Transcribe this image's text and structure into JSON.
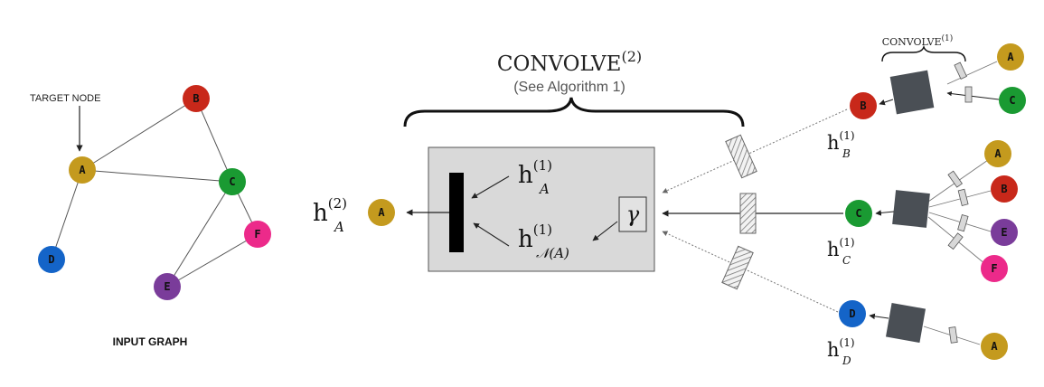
{
  "input_graph": {
    "caption": "INPUT GRAPH",
    "target_label": "TARGET NODE",
    "nodes": {
      "A": {
        "label": "A",
        "color": "#c49a1e"
      },
      "B": {
        "label": "B",
        "color": "#c8281a"
      },
      "C": {
        "label": "C",
        "color": "#1a9a32"
      },
      "D": {
        "label": "D",
        "color": "#1464c8"
      },
      "E": {
        "label": "E",
        "color": "#7a3c9a"
      },
      "F": {
        "label": "F",
        "color": "#ec2a8a"
      }
    }
  },
  "convolve2": {
    "title": "CONVOLVE",
    "title_sup": "(2)",
    "subtitle": "(See Algorithm 1)",
    "gamma": "γ",
    "h_letter": "h",
    "sup": "(1)",
    "sub_a": "A",
    "sub_neighbors": "𝒩(A)",
    "output_sup": "(2)",
    "output_sub": "A",
    "output_node": "A"
  },
  "convolve1": {
    "title": "CONVOLVE",
    "title_sup": "(1)",
    "h_letter": "h",
    "sup": "(1)",
    "groups": {
      "B": {
        "node": "B",
        "sub": "B",
        "inputs": [
          "A",
          "C"
        ]
      },
      "C": {
        "node": "C",
        "sub": "C",
        "inputs": [
          "A",
          "B",
          "E",
          "F"
        ]
      },
      "D": {
        "node": "D",
        "sub": "D",
        "inputs": [
          "A"
        ]
      }
    }
  },
  "colors": {
    "node_text": "#111111",
    "box_fill": "#d9d9d9",
    "square_fill": "#4a4f55",
    "bar_fill": "#000000"
  }
}
